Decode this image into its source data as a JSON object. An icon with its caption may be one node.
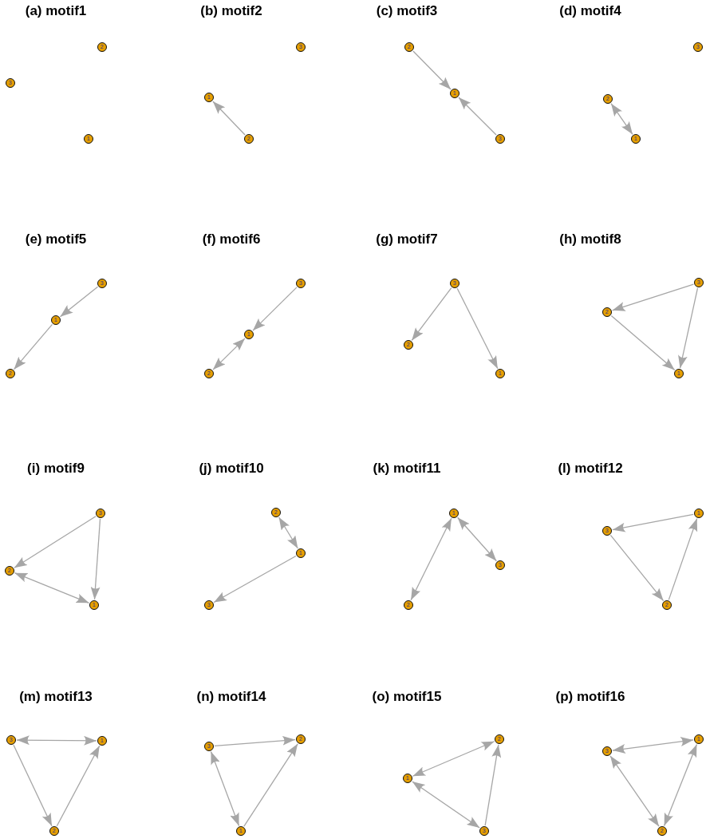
{
  "diagram": {
    "nodes": [
      {
        "text": [
          "2"
        ]
      },
      {
        "text": [
          "3"
        ]
      },
      {
        "text": [
          "1"
        ]
      },
      {
        "text": [
          "3"
        ]
      },
      {
        "text": [
          "1"
        ]
      },
      {
        "text": [
          "2"
        ]
      },
      {
        "text": [
          "2"
        ]
      },
      {
        "text": [
          "1"
        ]
      },
      {
        "text": [
          "3"
        ]
      },
      {
        "text": [
          "3"
        ]
      },
      {
        "text": [
          "2"
        ]
      },
      {
        "text": [
          "1"
        ]
      },
      {
        "text": [
          "3"
        ]
      },
      {
        "text": [
          "1"
        ]
      },
      {
        "text": [
          "2"
        ]
      },
      {
        "text": [
          "3"
        ]
      },
      {
        "text": [
          "1"
        ]
      },
      {
        "text": [
          "2"
        ]
      },
      {
        "text": [
          "3"
        ]
      },
      {
        "text": [
          "2"
        ]
      },
      {
        "text": [
          "1"
        ]
      },
      {
        "text": [
          "3"
        ]
      },
      {
        "text": [
          "2"
        ]
      },
      {
        "text": [
          "1"
        ]
      },
      {
        "text": [
          "3"
        ]
      },
      {
        "text": [
          "2"
        ]
      },
      {
        "text": [
          "1"
        ]
      },
      {
        "text": [
          "2"
        ]
      },
      {
        "text": [
          "1"
        ]
      },
      {
        "text": [
          "3"
        ]
      },
      {
        "text": [
          "1"
        ]
      },
      {
        "text": [
          "3"
        ]
      },
      {
        "text": [
          "2"
        ]
      },
      {
        "text": [
          "1"
        ]
      },
      {
        "text": [
          "3"
        ]
      },
      {
        "text": [
          "2"
        ]
      },
      {
        "text": [
          "3"
        ]
      },
      {
        "text": [
          "1"
        ]
      },
      {
        "text": [
          "2"
        ]
      },
      {
        "text": [
          "2"
        ]
      },
      {
        "text": [
          "3"
        ]
      },
      {
        "text": [
          "1"
        ]
      },
      {
        "text": [
          "2"
        ]
      },
      {
        "text": [
          "1"
        ]
      },
      {
        "text": [
          "3"
        ]
      },
      {
        "text": [
          "1"
        ]
      },
      {
        "text": [
          "3"
        ]
      },
      {
        "text": [
          "2"
        ]
      }
    ],
    "edges": [
      {
        "from": 5,
        "to": 4,
        "arrow": "to"
      },
      {
        "from": 6,
        "to": 7,
        "arrow": "to"
      },
      {
        "from": 8,
        "to": 7,
        "arrow": "to"
      },
      {
        "from": 10,
        "to": 11,
        "arrow": "both"
      },
      {
        "from": 12,
        "to": 13,
        "arrow": "to"
      },
      {
        "from": 13,
        "to": 14,
        "arrow": "to"
      },
      {
        "from": 15,
        "to": 16,
        "arrow": "to"
      },
      {
        "from": 16,
        "to": 17,
        "arrow": "both"
      },
      {
        "from": 18,
        "to": 19,
        "arrow": "to"
      },
      {
        "from": 18,
        "to": 20,
        "arrow": "to"
      },
      {
        "from": 21,
        "to": 22,
        "arrow": "to"
      },
      {
        "from": 21,
        "to": 23,
        "arrow": "to"
      },
      {
        "from": 22,
        "to": 23,
        "arrow": "to"
      },
      {
        "from": 24,
        "to": 25,
        "arrow": "to"
      },
      {
        "from": 24,
        "to": 26,
        "arrow": "to"
      },
      {
        "from": 25,
        "to": 26,
        "arrow": "both"
      },
      {
        "from": 27,
        "to": 28,
        "arrow": "both"
      },
      {
        "from": 28,
        "to": 29,
        "arrow": "to"
      },
      {
        "from": 30,
        "to": 32,
        "arrow": "both"
      },
      {
        "from": 30,
        "to": 31,
        "arrow": "both"
      },
      {
        "from": 33,
        "to": 34,
        "arrow": "to"
      },
      {
        "from": 34,
        "to": 35,
        "arrow": "to"
      },
      {
        "from": 35,
        "to": 33,
        "arrow": "to"
      },
      {
        "from": 36,
        "to": 37,
        "arrow": "both"
      },
      {
        "from": 36,
        "to": 38,
        "arrow": "to"
      },
      {
        "from": 38,
        "to": 37,
        "arrow": "to"
      },
      {
        "from": 40,
        "to": 39,
        "arrow": "to"
      },
      {
        "from": 40,
        "to": 41,
        "arrow": "both"
      },
      {
        "from": 41,
        "to": 39,
        "arrow": "to"
      },
      {
        "from": 42,
        "to": 43,
        "arrow": "both"
      },
      {
        "from": 43,
        "to": 44,
        "arrow": "both"
      },
      {
        "from": 44,
        "to": 42,
        "arrow": "to"
      },
      {
        "from": 45,
        "to": 46,
        "arrow": "both"
      },
      {
        "from": 46,
        "to": 47,
        "arrow": "both"
      },
      {
        "from": 47,
        "to": 45,
        "arrow": "both"
      }
    ],
    "labels": [
      "(a) motif1",
      "(b) motif2",
      "(c) motif3",
      "(d) motif4",
      "(e) motif5",
      "(f) motif6",
      "(g) motif7",
      "(h) motif8",
      "(i) motif9",
      "(j) motif10",
      "(k) motif11",
      "(l) motif12",
      "(m) motif13",
      "(n) motif14",
      "(o) motif15",
      "(p) motif16"
    ]
  }
}
